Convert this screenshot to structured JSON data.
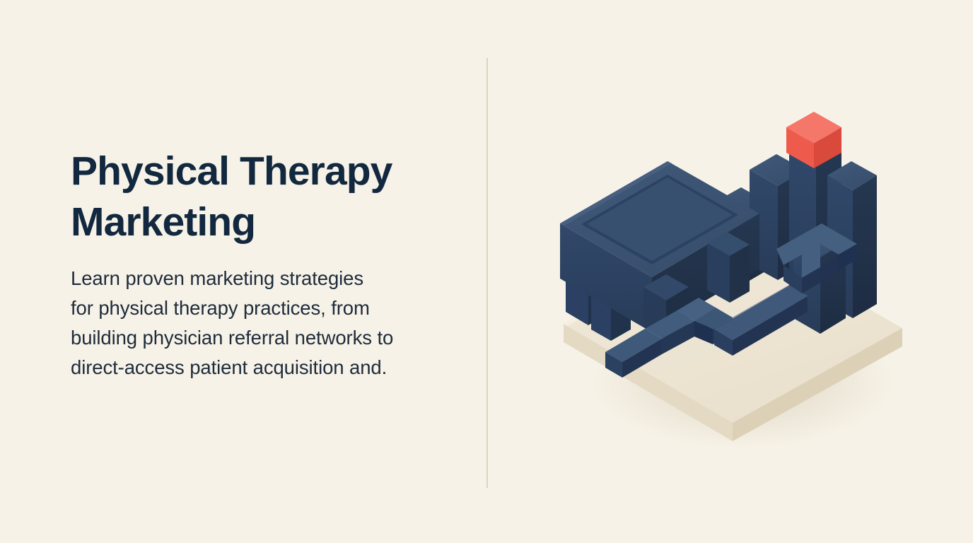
{
  "slide": {
    "background_color": "#F7F2E7",
    "divider_color": "#DBD4C2"
  },
  "text_column": {
    "headline": "Physical Therapy\nMarketing",
    "headline_color": "#12283F",
    "subcopy": "Learn proven marketing strategies\nfor physical therapy practices, from\nbuilding physician referral networks to\ndirect-access patient acquisition and.",
    "subcopy_color": "#1D2B3B"
  },
  "illustration": {
    "name": "isometric-growth-chart-illustration",
    "description": "Isometric 3D scene on a cream platform: a navy box, navy bar-chart columns, a red cube on the tallest bar, and an upward zig-zag arrow",
    "colors": {
      "platform_top": "#EFE7D6",
      "platform_side_left": "#E7DDC8",
      "platform_side_right": "#DED3BC",
      "navy_top": "#3D5574",
      "navy_left": "#2D4362",
      "navy_right": "#22334C",
      "navy_dark": "#1B2B41",
      "accent_red_top": "#F5776A",
      "accent_red_left": "#EE5B4C",
      "accent_red_right": "#D94A3C"
    },
    "parts": [
      "platform",
      "bar-1",
      "bar-2",
      "bar-3",
      "bar-4",
      "bar-5",
      "red-cube",
      "box",
      "arrow"
    ]
  }
}
